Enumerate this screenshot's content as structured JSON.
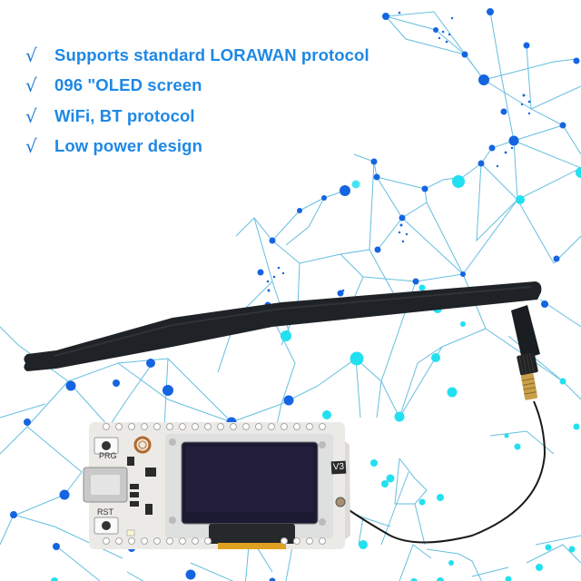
{
  "features": [
    {
      "icon": "check-icon",
      "glyph": "√",
      "text": "Supports standard LORAWAN protocol"
    },
    {
      "icon": "check-icon",
      "glyph": "√",
      "text": "096 \"OLED screen"
    },
    {
      "icon": "check-icon",
      "glyph": "√",
      "text": "WiFi, BT protocol"
    },
    {
      "icon": "check-icon",
      "glyph": "√",
      "text": "Low power design"
    }
  ],
  "board": {
    "prg_label": "PRG",
    "rst_label": "RST",
    "version_label": "V3"
  },
  "colors": {
    "text_blue": "#1e88e5",
    "node_blue": "#1565e0",
    "node_cyan": "#22e0f0",
    "line": "#4fb3d9",
    "antenna": "#1f2226",
    "board": "#eceae6",
    "oled": "#1c1a33"
  }
}
